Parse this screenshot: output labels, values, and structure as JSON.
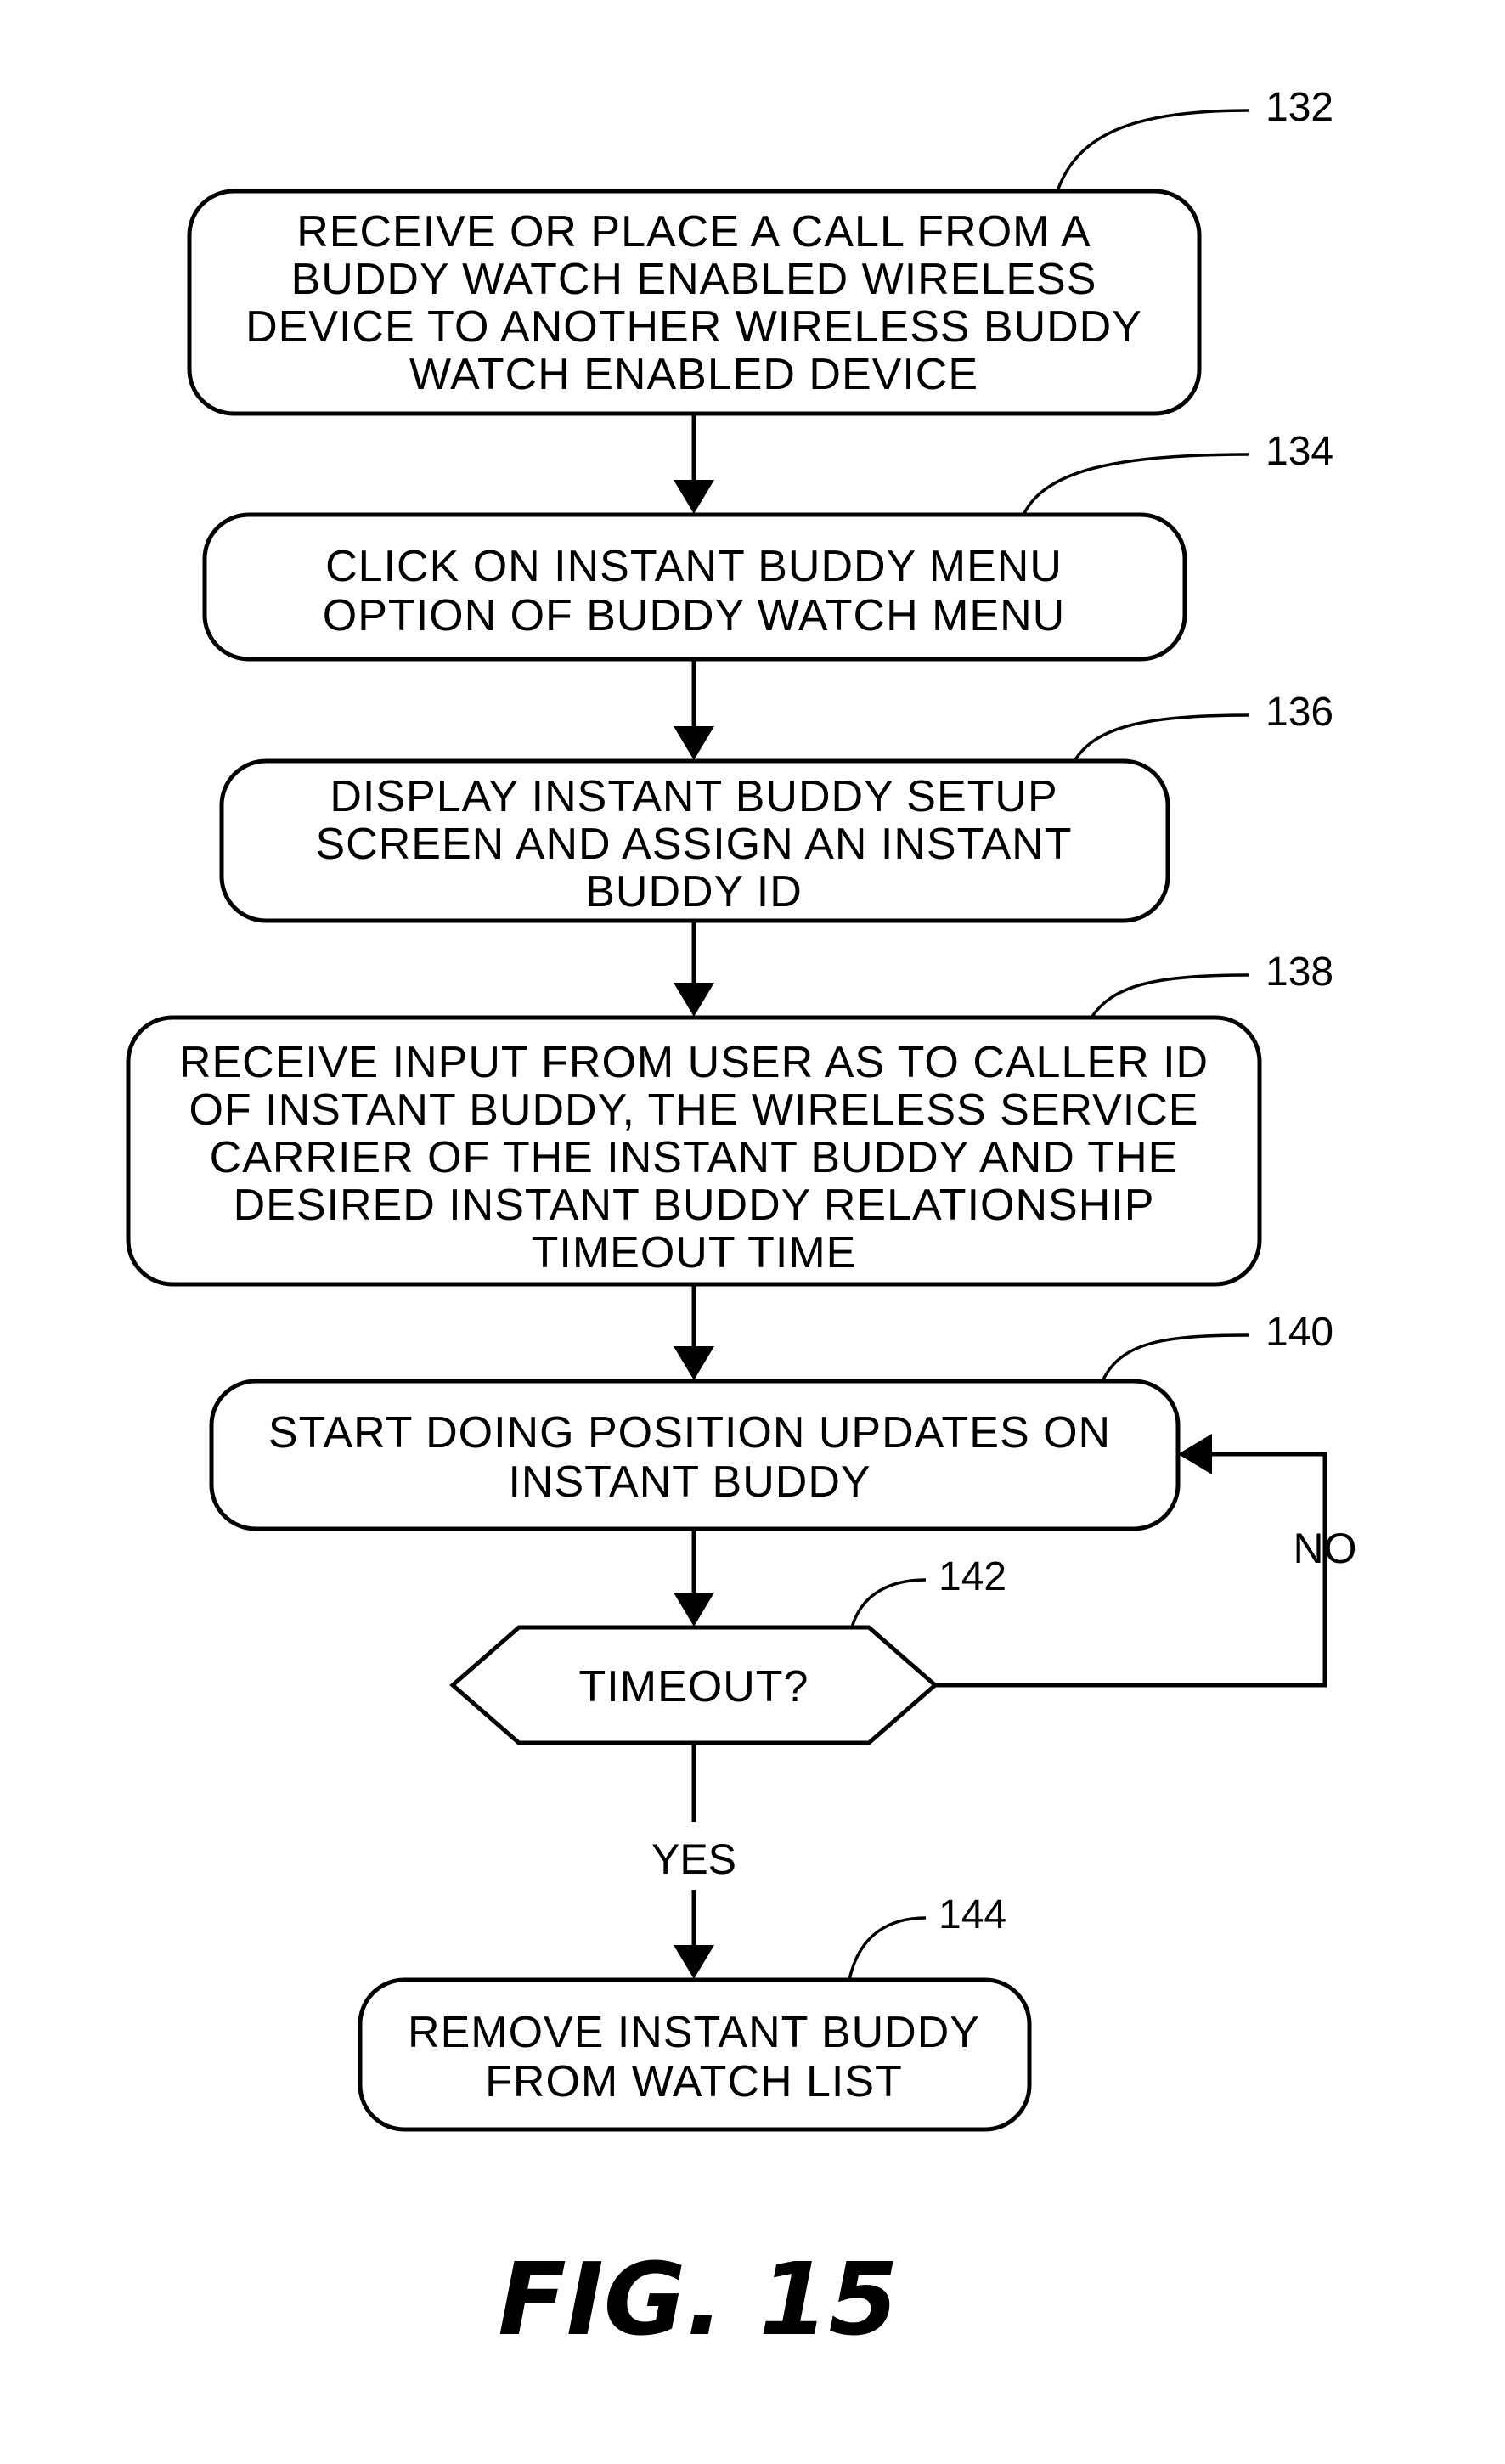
{
  "nodes": {
    "n132": {
      "ref": "132",
      "lines": [
        "RECEIVE OR PLACE A CALL FROM A",
        "BUDDY WATCH ENABLED WIRELESS",
        "DEVICE TO ANOTHER WIRELESS BUDDY",
        "WATCH ENABLED DEVICE"
      ]
    },
    "n134": {
      "ref": "134",
      "lines": [
        "CLICK ON INSTANT BUDDY MENU",
        "OPTION OF BUDDY WATCH MENU"
      ]
    },
    "n136": {
      "ref": "136",
      "lines": [
        "DISPLAY INSTANT BUDDY SETUP",
        "SCREEN AND ASSIGN AN INSTANT",
        "BUDDY ID"
      ]
    },
    "n138": {
      "ref": "138",
      "lines": [
        "RECEIVE INPUT FROM USER AS TO CALLER ID",
        "OF INSTANT BUDDY, THE WIRELESS SERVICE",
        "CARRIER OF THE INSTANT BUDDY AND THE",
        "DESIRED INSTANT BUDDY RELATIONSHIP",
        "TIMEOUT TIME"
      ]
    },
    "n140": {
      "ref": "140",
      "lines": [
        "START DOING POSITION UPDATES ON",
        "INSTANT BUDDY"
      ]
    },
    "n142": {
      "ref": "142",
      "lines": [
        "TIMEOUT?"
      ]
    },
    "n144": {
      "ref": "144",
      "lines": [
        "REMOVE INSTANT BUDDY",
        "FROM WATCH LIST"
      ]
    }
  },
  "branches": {
    "no": "NO",
    "yes": "YES"
  },
  "figure_label": "FIG. 15"
}
